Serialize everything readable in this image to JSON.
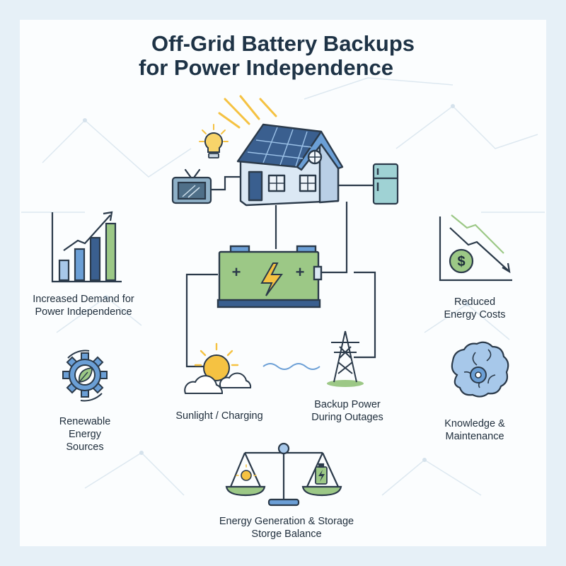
{
  "title": {
    "line1": "Off-Grid Battery Backups",
    "line2": "for Power Independence"
  },
  "labels": {
    "demand": [
      "Increased Demand for",
      "Power Independence"
    ],
    "costs": [
      "Reduced",
      "Energy Costs"
    ],
    "renewable": [
      "Renewable",
      "Energy",
      "Sources"
    ],
    "sunlight": "Sunlight / Charging",
    "backup": [
      "Backup Power",
      "During Outages"
    ],
    "knowledge": [
      "Knowledge &",
      "Maintenance"
    ],
    "balance": [
      "Energy Generation & Storage",
      "Storge Balance"
    ]
  },
  "icons": {
    "battery_symbols": {
      "plus_left": "+",
      "plus_right": "+"
    },
    "dollar": "$"
  },
  "colors": {
    "outline": "#2b3a4a",
    "green": "#8fc07a",
    "light_green": "#cfe6bf",
    "blue": "#6b9fd6",
    "light_blue": "#c7dcef",
    "roof": "#3a5f8f",
    "sun": "#f5c242"
  }
}
